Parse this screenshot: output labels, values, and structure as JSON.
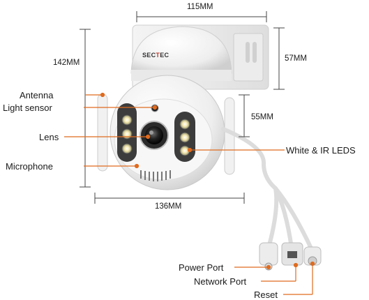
{
  "brand": {
    "prefix": "SEC",
    "mid": "T",
    "suffix": "EC"
  },
  "dimensions": {
    "width_top": "115MM",
    "height_total": "142MM",
    "height_mount": "57MM",
    "height_neck": "55MM",
    "width_bottom": "136MM"
  },
  "callouts": {
    "antenna": "Antenna",
    "light_sensor": "Light sensor",
    "lens": "Lens",
    "microphone": "Microphone",
    "leds": "White & IR LEDS",
    "power_port": "Power Port",
    "network_port": "Network Port",
    "reset": "Reset"
  },
  "colors": {
    "accent": "#e06b1f",
    "dimension_line": "#444444"
  }
}
